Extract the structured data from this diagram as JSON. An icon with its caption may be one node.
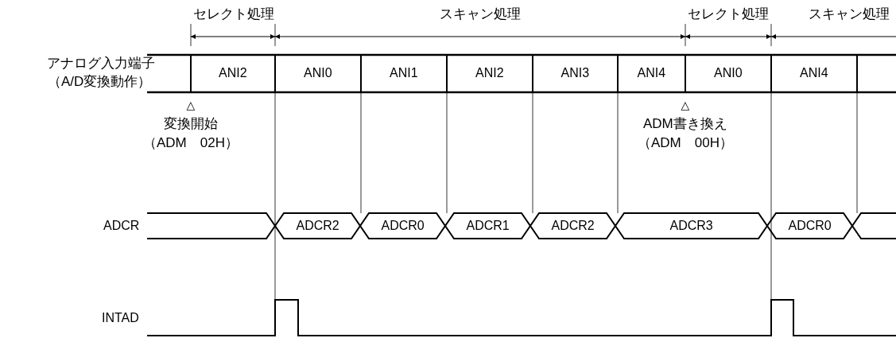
{
  "diagram": {
    "labels": [
      "セレクト処理",
      "スキャン処理",
      "セレクト処理",
      "スキャン処理",
      "アナログ入力端子",
      "（A/D変換動作）",
      "ANI2",
      "ANI0",
      "ANI1",
      "ANI2",
      "ANI3",
      "ANI4",
      "ANI0",
      "ANI4",
      "△",
      "変換開始",
      "（ADM　02H）",
      "△",
      "ADM書き換え",
      "（ADM　00H）",
      "ADCR",
      "ADCR2",
      "ADCR0",
      "ADCR1",
      "ADCR2",
      "ADCR3",
      "ADCR0",
      "INTAD"
    ]
  }
}
